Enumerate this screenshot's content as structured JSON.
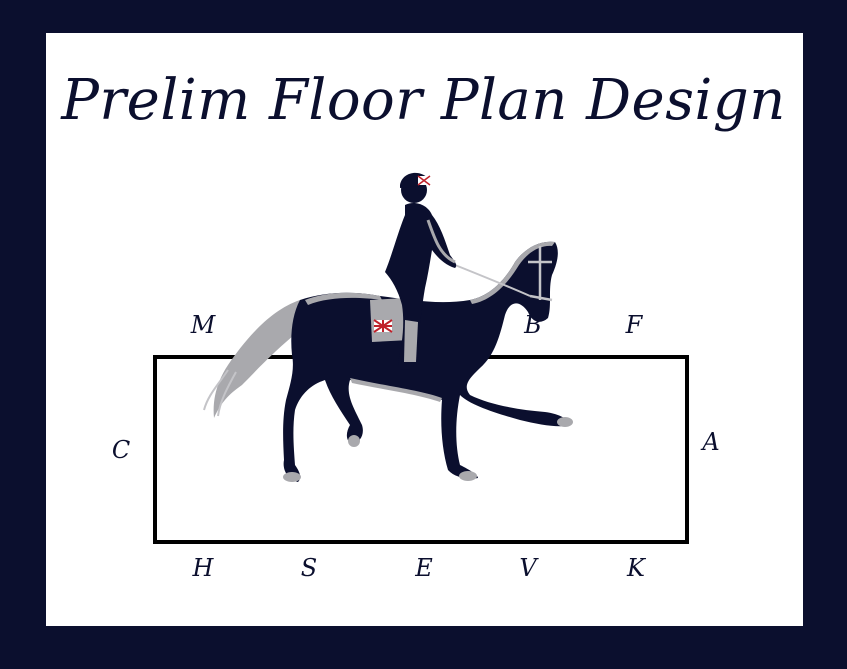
{
  "title": "Prelim Floor Plan Design",
  "colors": {
    "background": "#0b0f2e",
    "card": "#ffffff",
    "arena_border": "#000000",
    "horse": "#0b0f2e",
    "silver": "#a9a9ad"
  },
  "markers": {
    "M": "M",
    "B": "B",
    "F": "F",
    "C": "C",
    "A": "A",
    "H": "H",
    "S": "S",
    "E": "E",
    "V": "V",
    "K": "K"
  },
  "illustration": "dressage-horse-and-rider-silhouette"
}
